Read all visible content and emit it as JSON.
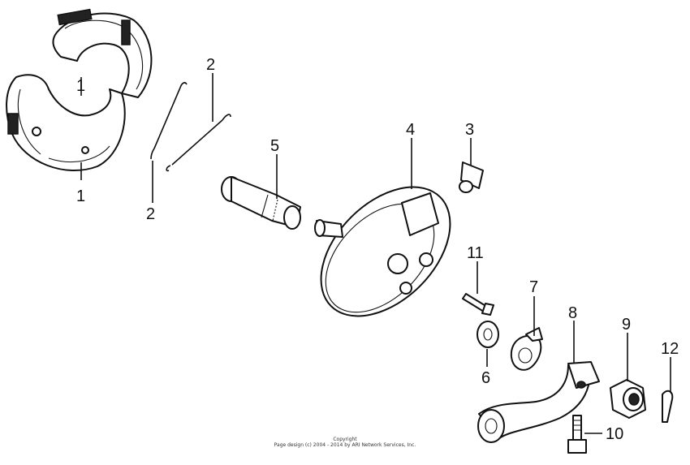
{
  "callouts": [
    {
      "id": "c1a",
      "text": "1"
    },
    {
      "id": "c1b",
      "text": "1"
    },
    {
      "id": "c2a",
      "text": "2"
    },
    {
      "id": "c2b",
      "text": "2"
    },
    {
      "id": "c3",
      "text": "3"
    },
    {
      "id": "c4",
      "text": "4"
    },
    {
      "id": "c5",
      "text": "5"
    },
    {
      "id": "c6",
      "text": "6"
    },
    {
      "id": "c7",
      "text": "7"
    },
    {
      "id": "c8",
      "text": "8"
    },
    {
      "id": "c9",
      "text": "9"
    },
    {
      "id": "c10",
      "text": "10"
    },
    {
      "id": "c11",
      "text": "11"
    },
    {
      "id": "c12",
      "text": "12"
    }
  ],
  "footer": {
    "line1": "Copyright",
    "line2": "Page design (c) 2004 - 2014 by ARI Network Services, Inc."
  }
}
